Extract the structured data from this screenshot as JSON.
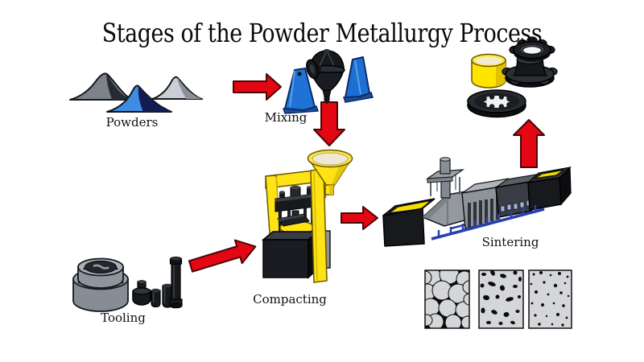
{
  "title": "Stages of the Powder Metallurgy Process",
  "stages": {
    "powders": {
      "label": "Powders",
      "icon": "powder-piles-icon"
    },
    "mixing": {
      "label": "Mixing",
      "icon": "double-cone-mixer-icon"
    },
    "compacting": {
      "label": "Compacting",
      "icon": "press-with-hopper-icon"
    },
    "sintering": {
      "label": "Sintering",
      "icon": "conveyor-furnace-icon"
    },
    "tooling": {
      "label": "Tooling",
      "icon": "die-and-punches-icon"
    },
    "finished_parts": {
      "icon": "sintered-parts-icon"
    },
    "microstructure": {
      "icon": "porosity-panels-icon",
      "panel_count": 3
    }
  },
  "colors": {
    "background": "#ffffff",
    "arrow_red": "#e30613",
    "machine_yellow": "#ffe315",
    "mixer_blue": "#1f72d6",
    "powder_blue": "#3f8de2",
    "metal_gray": "#9aa0a8",
    "part_black": "#17191d",
    "rail_blue": "#2740b0"
  }
}
